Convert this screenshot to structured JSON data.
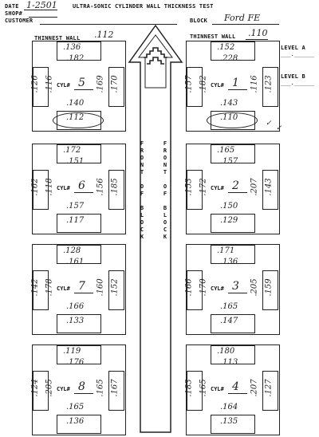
{
  "header": {
    "date_label": "DATE",
    "date_value": "1-2501",
    "shop_label": "SHOP#",
    "customer_label": "CUSTOMER",
    "title": "ULTRA-SONIC CYLINDER WALL THICKNESS TEST",
    "block_label": "BLOCK",
    "block_value": "Ford FE"
  },
  "thinnest_wall": {
    "label": "THINNEST WALL",
    "left_value": ".112",
    "right_value": ".110"
  },
  "levels": {
    "level_a": "LEVEL A",
    "level_b": "LEVEL B"
  },
  "front_of_block": [
    "F",
    "R",
    "O",
    "N",
    "T",
    "",
    "O",
    "F",
    "",
    "B",
    "L",
    "O",
    "C",
    "K"
  ],
  "cylinders": [
    {
      "id": "5",
      "cyl_label": "CYL#",
      "top_a": ".136",
      "top_b": ".182",
      "left_a": ".126",
      "left_b": ".116",
      "right_a": ".169",
      "right_b": ".170",
      "bottom_a": ".140",
      "bottom_b": ".112"
    },
    {
      "id": "1",
      "cyl_label": "CYL#",
      "top_a": ".152",
      "top_b": ".228",
      "left_a": ".157",
      "left_b": ".182",
      "right_a": ".116",
      "right_b": ".123",
      "bottom_a": ".143",
      "bottom_b": ".110"
    },
    {
      "id": "6",
      "cyl_label": "CYL#",
      "top_a": ".172",
      "top_b": ".151",
      "left_a": ".162",
      "left_b": ".118",
      "right_a": ".156",
      "right_b": ".185",
      "bottom_a": ".157",
      "bottom_b": ".117"
    },
    {
      "id": "2",
      "cyl_label": "CYL#",
      "top_a": ".165",
      "top_b": ".157",
      "left_a": ".153",
      "left_b": ".172",
      "right_a": ".207",
      "right_b": ".143",
      "bottom_a": ".150",
      "bottom_b": ".129"
    },
    {
      "id": "7",
      "cyl_label": "CYL#",
      "top_a": ".128",
      "top_b": ".161",
      "left_a": ".142",
      "left_b": ".178",
      "right_a": ".160",
      "right_b": ".152",
      "bottom_a": ".166",
      "bottom_b": ".133"
    },
    {
      "id": "3",
      "cyl_label": "CYL#",
      "top_a": ".171",
      "top_b": ".136",
      "left_a": ".166",
      "left_b": ".170",
      "right_a": ".205",
      "right_b": ".159",
      "bottom_a": ".165",
      "bottom_b": ".147"
    },
    {
      "id": "8",
      "cyl_label": "CYL#",
      "top_a": ".119",
      "top_b": ".176",
      "left_a": ".124",
      "left_b": ".205",
      "right_a": ".165",
      "right_b": ".167",
      "bottom_a": ".165",
      "bottom_b": ".136"
    },
    {
      "id": "4",
      "cyl_label": "CYL#",
      "top_a": ".180",
      "top_b": ".113",
      "left_a": ".183",
      "left_b": ".165",
      "right_a": ".207",
      "right_b": ".127",
      "bottom_a": ".164",
      "bottom_b": ".135"
    }
  ]
}
